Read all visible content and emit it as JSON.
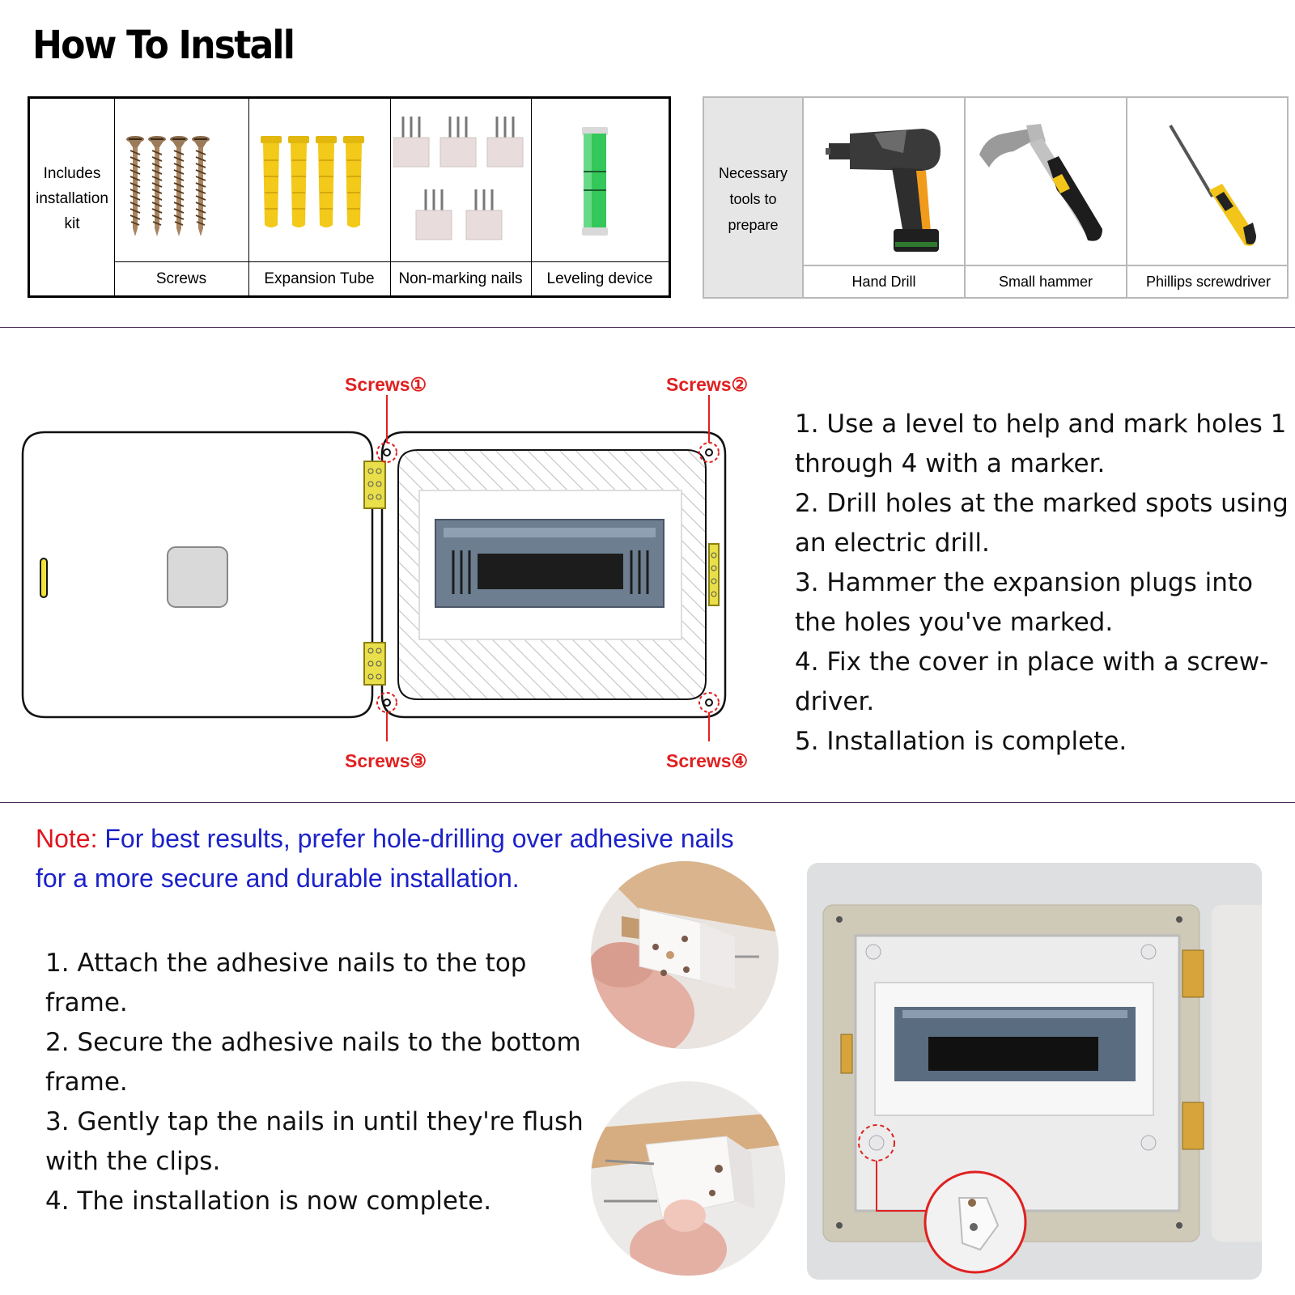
{
  "title": "How To Install",
  "kit": {
    "caption": [
      "Includes",
      "installation",
      "kit"
    ],
    "items": [
      {
        "label": "Screws",
        "icon": "screw-icon"
      },
      {
        "label": "Expansion Tube",
        "icon": "expansion-tube-icon"
      },
      {
        "label": "Non-marking nails",
        "icon": "non-marking-nail-icon"
      },
      {
        "label": "Leveling device",
        "icon": "spirit-level-icon"
      }
    ]
  },
  "tools": {
    "caption": [
      "Necessary",
      "tools to",
      "prepare"
    ],
    "items": [
      {
        "label": "Hand Drill",
        "icon": "hand-drill-icon"
      },
      {
        "label": "Small hammer",
        "icon": "hammer-icon"
      },
      {
        "label": "Phillips screwdriver",
        "icon": "screwdriver-icon"
      }
    ]
  },
  "diagram": {
    "screw_labels": [
      "Screws①",
      "Screws②",
      "Screws③",
      "Screws④"
    ]
  },
  "drill_steps": [
    "1. Use a level to help and mark holes 1",
    "through 4 with a marker.",
    "2. Drill holes at the marked spots using",
    "an electric drill.",
    "3. Hammer the expansion plugs into",
    "the holes you've marked.",
    "4. Fix the cover in place with a screw-",
    "driver.",
    "5. Installation is complete."
  ],
  "note": {
    "key": "Note:",
    "line1": " For best results, prefer hole-drilling over adhesive nails",
    "line2": "for a more secure and durable installation."
  },
  "adhesive_steps": [
    "1. Attach the adhesive nails to the top",
    "frame.",
    "2. Secure the adhesive nails to the bottom",
    "frame.",
    "3. Gently tap the nails in until they're flush",
    "with the clips.",
    "4. The installation is now complete."
  ],
  "colors": {
    "accent_red": "#e02020",
    "note_blue": "#1c22c8",
    "hinge_yellow": "#e8df4a",
    "tube_yellow": "#f3c91a"
  }
}
